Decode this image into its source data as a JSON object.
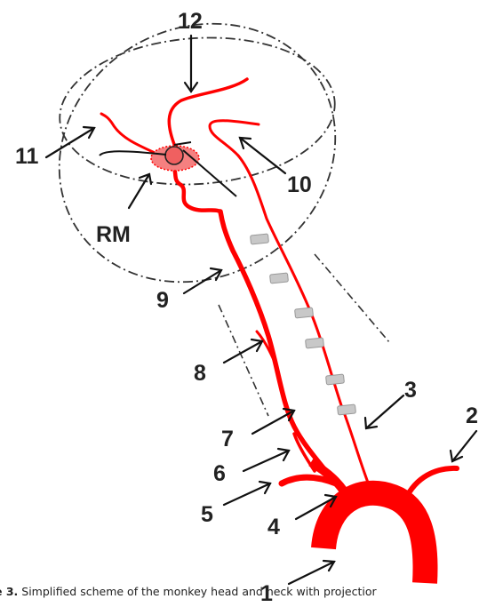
{
  "figure": {
    "labels": {
      "n1": "1",
      "n2": "2",
      "n3": "3",
      "n4": "4",
      "n5": "5",
      "n6": "6",
      "n7": "7",
      "n8": "8",
      "n9": "9",
      "n10": "10",
      "n11": "11",
      "n12": "12",
      "rm": "RM"
    },
    "caption": {
      "figure_ref": "e 3.",
      "text": "Simplified scheme of the monkey head and neck with projectior"
    }
  },
  "colors": {
    "artery": "#ff0000",
    "rete_fill": "#f58080",
    "outline": "#222222",
    "clip": "#c8c8c8"
  }
}
